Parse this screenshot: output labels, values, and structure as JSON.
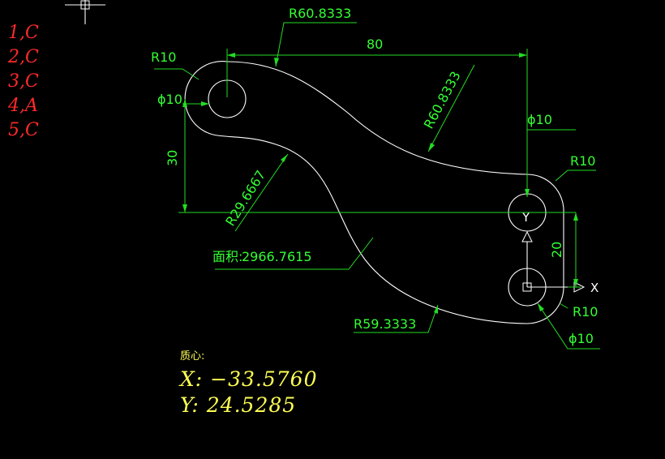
{
  "answers": [
    "1,C",
    "2,C",
    "3,C",
    "4,A",
    "5,C"
  ],
  "dimensions": {
    "top_radius": "R60.8333",
    "length_80": "80",
    "slant_radius": "R60.8333",
    "left_radius": "R10",
    "left_diameter": "ϕ10",
    "height_30": "30",
    "inner_radius": "R29.6667",
    "right_top_diameter": "ϕ10",
    "right_top_radius": "R10",
    "height_20": "20",
    "bottom_radius": "R59.3333",
    "right_bottom_radius": "R10",
    "right_bottom_diameter": "ϕ10"
  },
  "area": {
    "label": "面积:",
    "value": "2966.7615"
  },
  "centroid": {
    "label": "质心:",
    "x": "X:  −33.5760",
    "y": "Y:  24.5285"
  },
  "ucs": {
    "x_label": "X",
    "y_label": "Y"
  },
  "colors": {
    "background": "#000000",
    "dimension": "#22dd22",
    "outline": "#ffffff",
    "answers": "#ff2a2a",
    "properties": "#ffff55"
  }
}
